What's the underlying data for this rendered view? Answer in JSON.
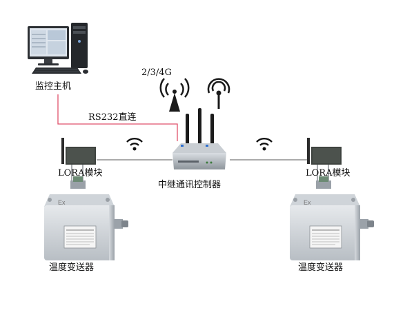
{
  "nodes": {
    "host": {
      "label": "监控主机"
    },
    "controller": {
      "label": "中继通讯控制器",
      "network_label": "2/3/4G"
    },
    "left_module": {
      "label": "LORA模块",
      "transmitter_label": "温度变送器"
    },
    "right_module": {
      "label": "LORA模块",
      "transmitter_label": "温度变送器"
    }
  },
  "links": {
    "serial": {
      "label": "RS232直连",
      "color": "#e0506a"
    },
    "wireless_color": "#555555"
  },
  "icons": [
    "computer-icon",
    "cell-tower-icon",
    "antenna-signal-icon",
    "wifi-icon",
    "router-icon",
    "lora-module-icon",
    "transmitter-box-icon"
  ]
}
